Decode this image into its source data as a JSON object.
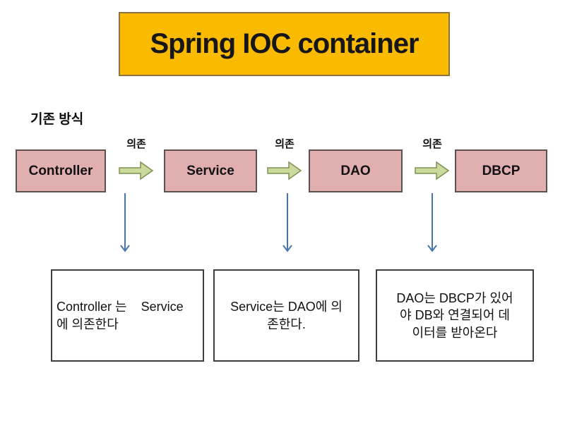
{
  "slide": {
    "title": "Spring IOC container",
    "section_label": "기존 방식"
  },
  "flow": {
    "dependency_label": "의존",
    "nodes": [
      {
        "label": "Controller"
      },
      {
        "label": "Service"
      },
      {
        "label": "DAO"
      },
      {
        "label": "DBCP"
      }
    ]
  },
  "notes": [
    {
      "text": "Controller 는    Service\n에 의존한다"
    },
    {
      "text": "Service는 DAO에 의\n존한다."
    },
    {
      "text": "DAO는 DBCP가 있어\n야 DB와 연결되어 데\n이터를 받아온다"
    }
  ],
  "colors": {
    "title_fill": "#F9BA00",
    "title_border": "#8A7340",
    "node_fill": "#E2AFB1",
    "node_border": "#5B5250",
    "dependency_arrow_fill": "#C9DA9C",
    "dependency_arrow_border": "#7E9150",
    "down_arrow": "#4876AC",
    "note_border": "#3F3F3F"
  }
}
